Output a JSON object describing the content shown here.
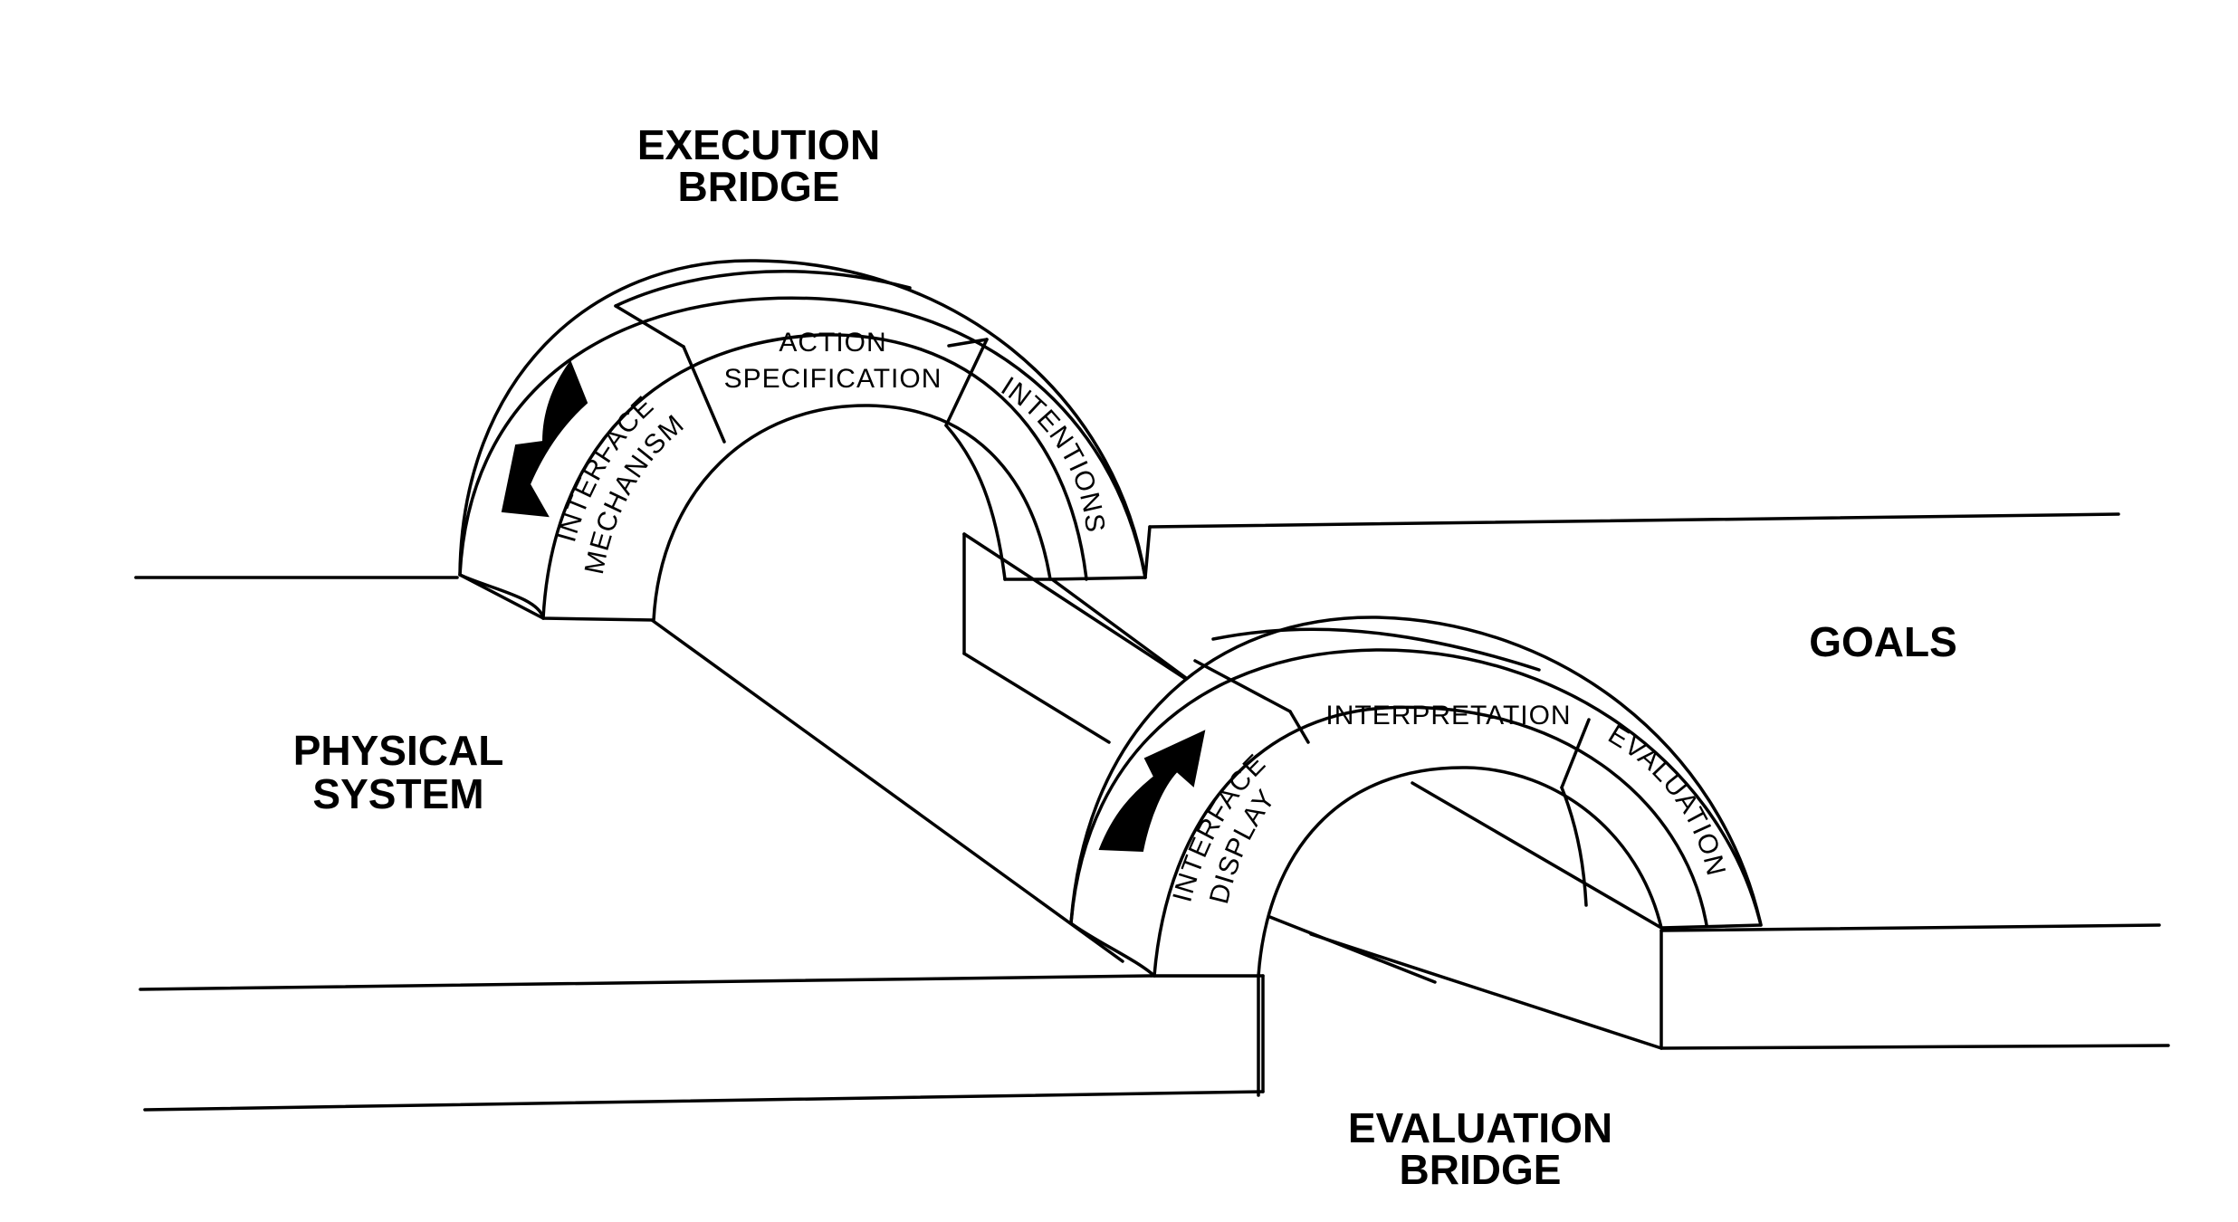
{
  "labels": {
    "execution_bridge": [
      "EXECUTION",
      "BRIDGE"
    ],
    "evaluation_bridge": [
      "EVALUATION",
      "BRIDGE"
    ],
    "physical_system": [
      "PHYSICAL",
      "SYSTEM"
    ],
    "goals": "GOALS"
  },
  "execution_arch": {
    "segment_1": [
      "INTERFACE",
      "MECHANISM"
    ],
    "segment_2": [
      "ACTION",
      "SPECIFICATION"
    ],
    "segment_3": "INTENTIONS"
  },
  "evaluation_arch": {
    "segment_1": [
      "INTERFACE",
      "DISPLAY"
    ],
    "segment_2": "INTERPRETATION",
    "segment_3": "EVALUATION"
  },
  "icons": {
    "execution_arrow": "curved-arrow-down-icon",
    "evaluation_arrow": "curved-arrow-up-icon"
  }
}
